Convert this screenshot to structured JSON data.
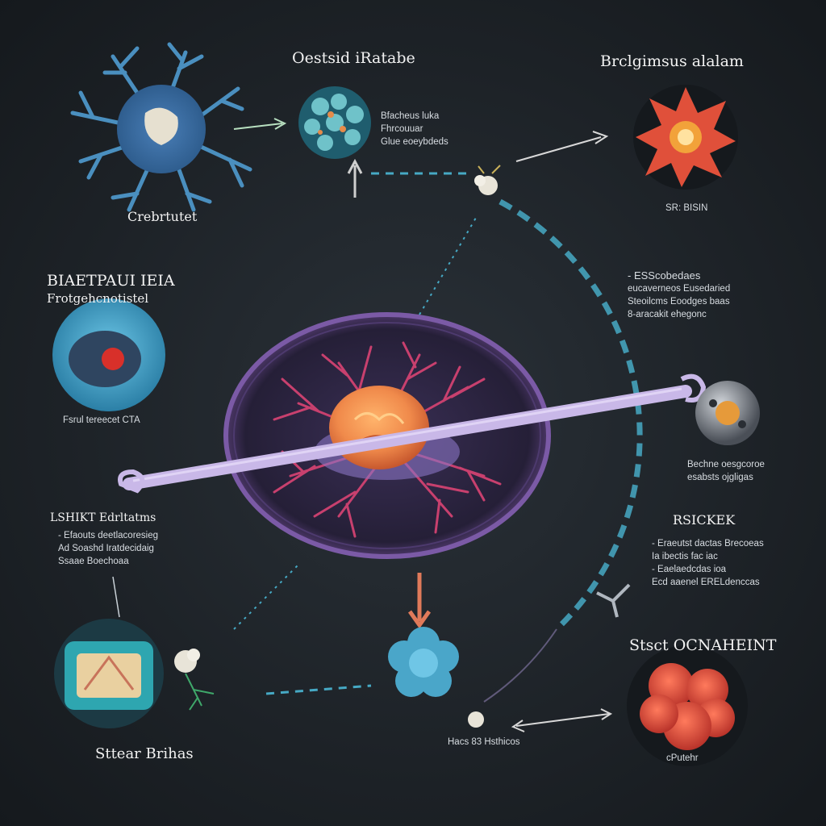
{
  "colors": {
    "background": "#1d2227",
    "nucleus": "#f08a4b",
    "membrane": "#6b4a8f",
    "dendrite": "#c8406e",
    "axon": "#c9b8e8",
    "arc": "#46a9c4",
    "cyan_cell": "#4aa6c9",
    "red_cell": "#e0503a"
  },
  "icons": [
    "neuron-icon",
    "organelle-icon",
    "red-cluster-icon",
    "cell-icon",
    "sphere-icon",
    "blue-flower-icon",
    "block-icon",
    "red-blob-icon",
    "flower-icon",
    "arrow-icon"
  ],
  "labels": {
    "top_center_title": "Oestsid iRatabe",
    "top_center_list": [
      "Bfacheus luka",
      "Fhrcouuar",
      "Glue eoeybdeds"
    ],
    "top_left_caption": "Crebrtutet",
    "top_right_title": "Brclgimsus alalam",
    "top_right_caption": "SR: BISIN",
    "mid_left_title": "BIAETPAUI IEIA",
    "mid_left_subtitle": "Frotgehcnotistel",
    "mid_left_caption": "Fsrul tereecet CTA",
    "mid_right_list": [
      "- ESScobedaes",
      "eucaverneos Eusedaried",
      "Steoilcms Eoodges baas",
      "8-aracakit ehegonc"
    ],
    "right_sphere_caption": [
      "Bechne oesgcoroe",
      "esabsts ojgligas"
    ],
    "lower_left_title": "LSHIKT Edrltatms",
    "lower_left_list": [
      "- Efaouts deetlacoresieg",
      "Ad Soashd Iratdecidaig",
      "Ssaae Boechoaa"
    ],
    "lower_right_title": "RSICKEK",
    "lower_right_list": [
      "- Eraeutst dactas Brecoeas",
      "Ia ibectis fac iac",
      "- Eaelaedcdas ioa",
      "Ecd aaenel ERELdenccas"
    ],
    "bottom_left_caption": "Sttear Brihas",
    "bottom_center_caption": "Hacs 83 Hsthicos",
    "bottom_right_title": "Stsct OCNAHEINT",
    "bottom_right_caption": "cPutehr"
  }
}
